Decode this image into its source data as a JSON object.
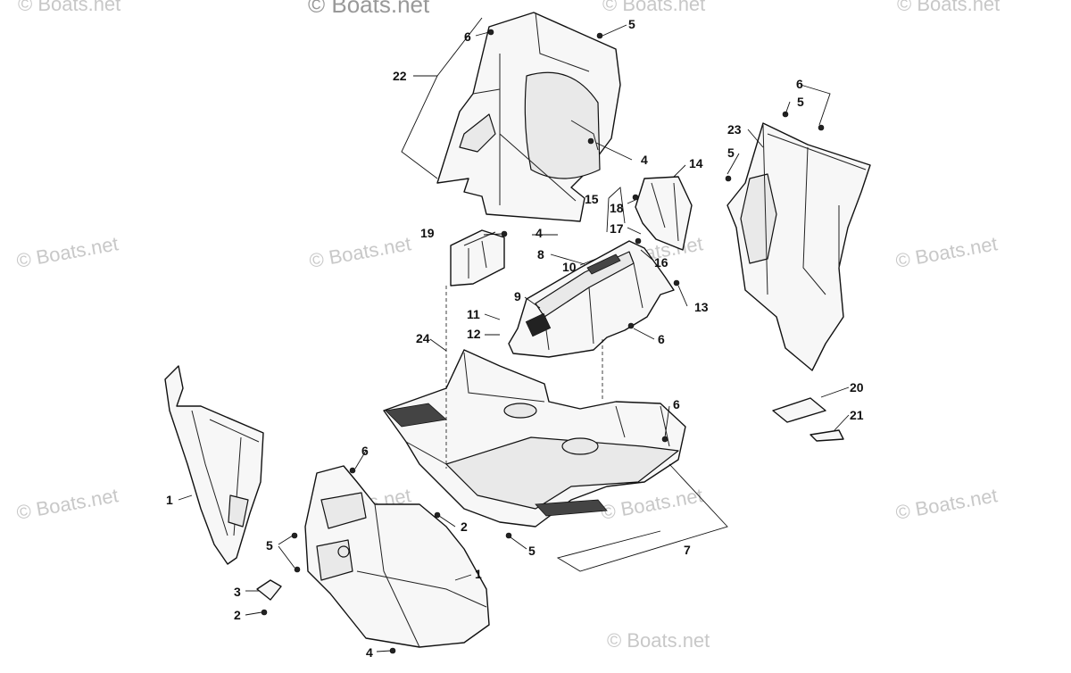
{
  "diagram": {
    "watermarks": [
      "© Boats.net",
      "© Boats.net",
      "© Boats.net",
      "© Boats.net",
      "© Boats.net",
      "© Boats.net",
      "© Boats.net",
      "© Boats.net",
      "© Boats.net",
      "© Boats.net",
      "© Boats.net",
      "© Boats.net",
      "© Boats.net"
    ],
    "callouts": [
      "6",
      "5",
      "22",
      "4",
      "14",
      "15",
      "18",
      "17",
      "16",
      "10",
      "8",
      "19",
      "4",
      "9",
      "13",
      "11",
      "12",
      "6",
      "24",
      "5",
      "6",
      "23",
      "5",
      "20",
      "21",
      "6",
      "6",
      "1",
      "2",
      "5",
      "5",
      "1",
      "3",
      "2",
      "4",
      "7"
    ]
  }
}
